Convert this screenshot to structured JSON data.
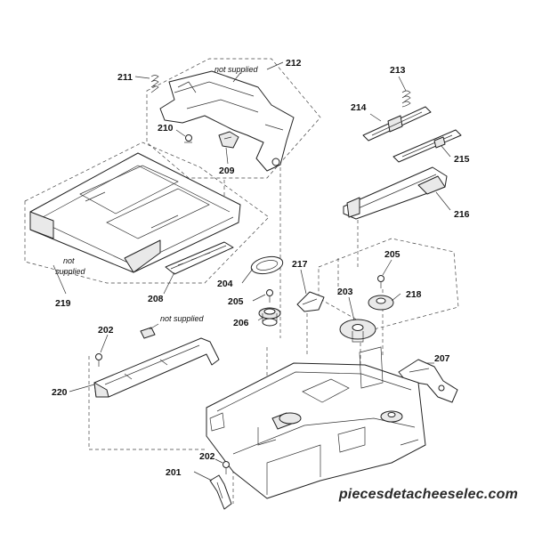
{
  "diagram": {
    "callouts": {
      "c201": "201",
      "c202a": "202",
      "c202b": "202",
      "c203": "203",
      "c204": "204",
      "c205a": "205",
      "c205b": "205",
      "c206": "206",
      "c207": "207",
      "c208": "208",
      "c209": "209",
      "c210": "210",
      "c211": "211",
      "c212": "212",
      "c213": "213",
      "c214": "214",
      "c215": "215",
      "c216": "216",
      "c217": "217",
      "c218": "218",
      "c219": "219",
      "c220": "220"
    },
    "notes": {
      "not_supplied_212": "not supplied",
      "not_supplied_219_line1": "not",
      "not_supplied_219_line2": "supplied",
      "not_supplied_220": "not supplied"
    }
  },
  "watermark": "piecesdetacheeselec.com"
}
